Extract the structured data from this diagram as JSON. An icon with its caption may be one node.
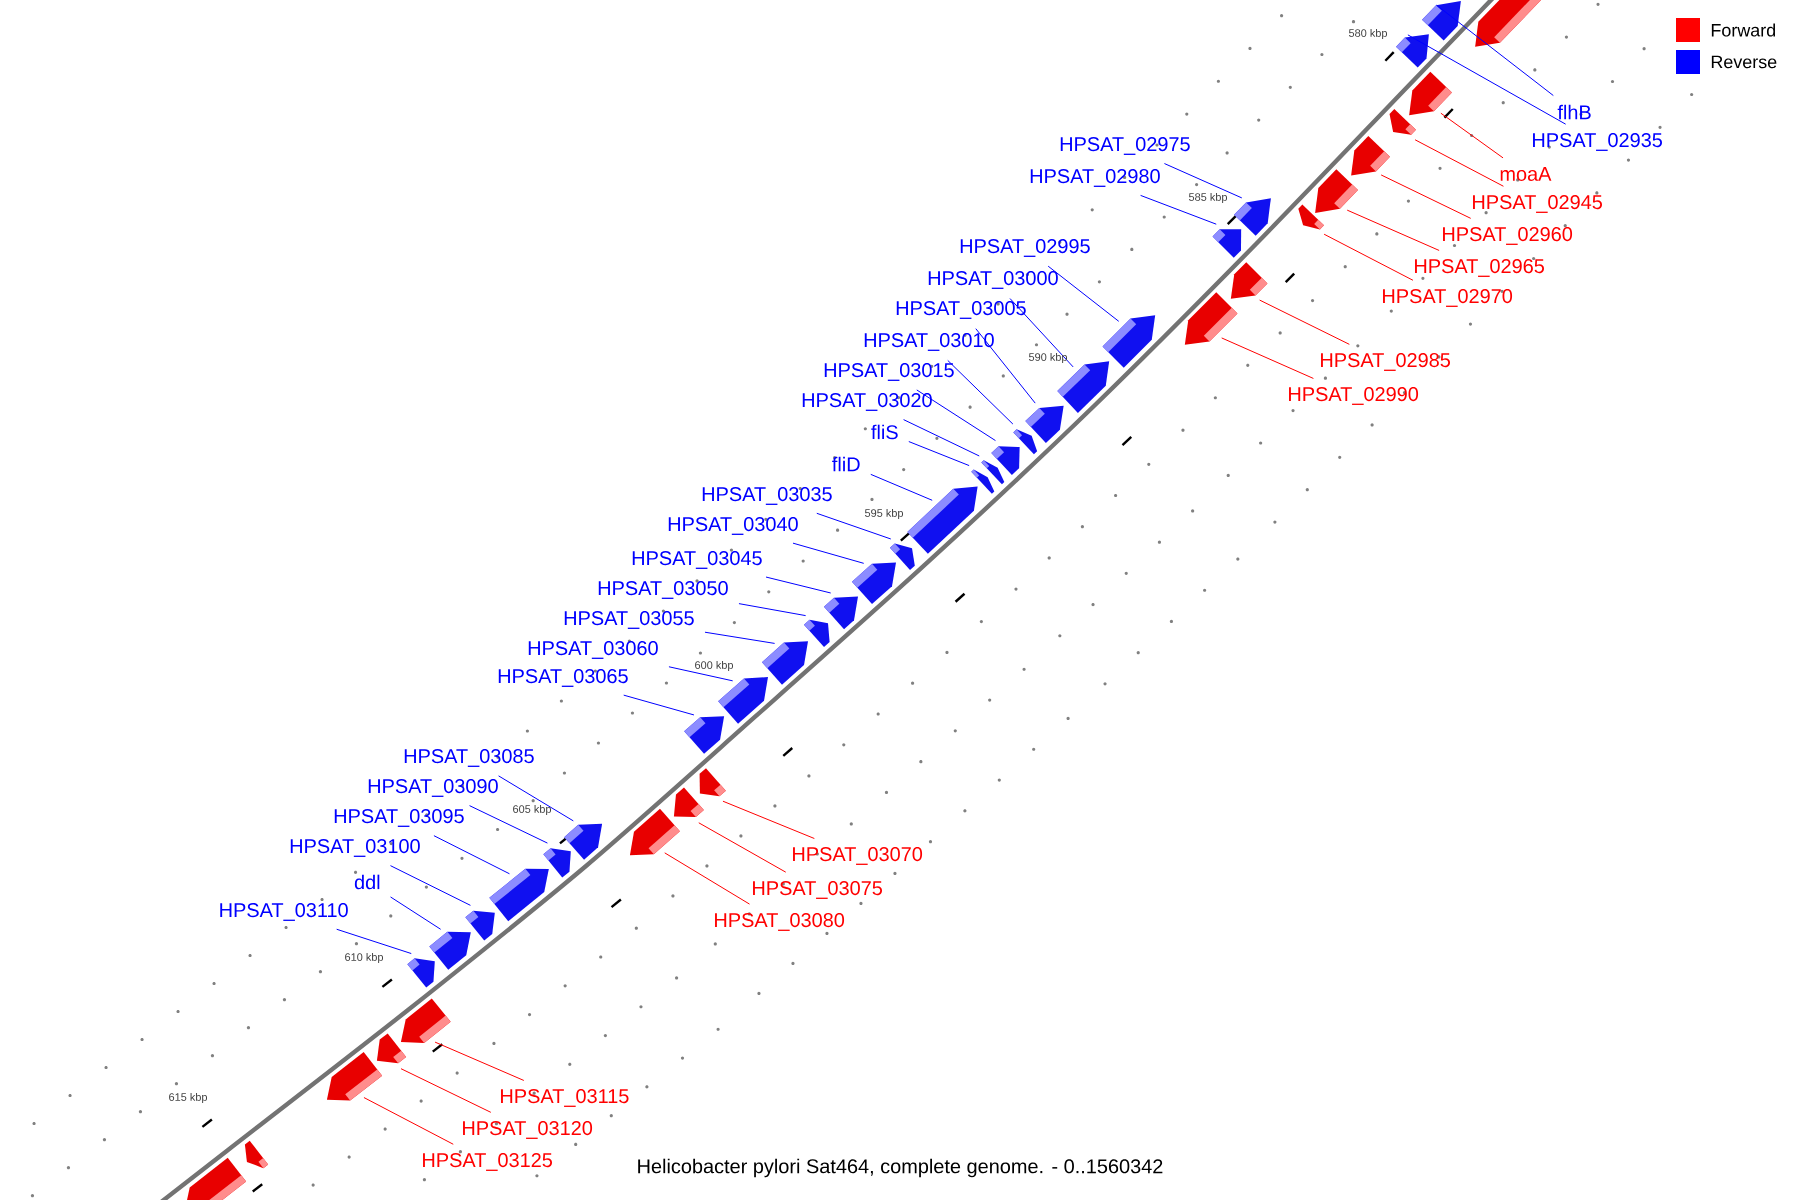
{
  "diagram": {
    "caption": "Helicobacter pylori Sat464, complete genome. - 0..1560342",
    "nodes": [
      {
        "text": [],
        "shape": "arrow"
      },
      {
        "text": [
          "flhB"
        ]
      },
      {
        "text": [],
        "shape": "arrow"
      },
      {
        "text": [
          "HPSAT_02935"
        ]
      },
      {
        "text": [],
        "shape": "arrow"
      },
      {
        "text": [
          "moaA"
        ]
      },
      {
        "text": [],
        "shape": "arrow"
      },
      {
        "text": [
          "HPSAT_02945"
        ]
      },
      {
        "text": [],
        "shape": "arrow"
      },
      {
        "text": [
          "HPSAT_02960"
        ]
      },
      {
        "text": [],
        "shape": "arrow"
      },
      {
        "text": [
          "HPSAT_02965"
        ]
      },
      {
        "text": [],
        "shape": "arrow"
      },
      {
        "text": [
          "HPSAT_02970"
        ]
      },
      {
        "text": [],
        "shape": "arrow"
      },
      {
        "text": [
          "HPSAT_02975"
        ]
      },
      {
        "text": [],
        "shape": "arrow"
      },
      {
        "text": [
          "HPSAT_02980"
        ]
      },
      {
        "text": [],
        "shape": "arrow"
      },
      {
        "text": [
          "HPSAT_02985"
        ]
      },
      {
        "text": [],
        "shape": "arrow"
      },
      {
        "text": [
          "HPSAT_02990"
        ]
      },
      {
        "text": [],
        "shape": "arrow"
      },
      {
        "text": [
          "HPSAT_02995"
        ]
      },
      {
        "text": [],
        "shape": "arrow"
      },
      {
        "text": [
          "HPSAT_03000"
        ]
      },
      {
        "text": [],
        "shape": "arrow"
      },
      {
        "text": [
          "HPSAT_03005"
        ]
      },
      {
        "text": [],
        "shape": "arrow"
      },
      {
        "text": [
          "HPSAT_03010"
        ]
      },
      {
        "text": [],
        "shape": "arrow"
      },
      {
        "text": [
          "HPSAT_03015"
        ]
      },
      {
        "text": [],
        "shape": "arrow"
      },
      {
        "text": [
          "HPSAT_03020"
        ]
      },
      {
        "text": [],
        "shape": "arrow"
      },
      {
        "text": [
          "fliS"
        ]
      },
      {
        "text": [],
        "shape": "arrow"
      },
      {
        "text": [
          "fliD"
        ]
      },
      {
        "text": [],
        "shape": "arrow"
      },
      {
        "text": [
          "HPSAT_03035"
        ]
      },
      {
        "text": [],
        "shape": "arrow"
      },
      {
        "text": [
          "HPSAT_03040"
        ]
      },
      {
        "text": [],
        "shape": "arrow"
      },
      {
        "text": [
          "HPSAT_03045"
        ]
      },
      {
        "text": [],
        "shape": "arrow"
      },
      {
        "text": [
          "HPSAT_03050"
        ]
      },
      {
        "text": [],
        "shape": "arrow"
      },
      {
        "text": [
          "HPSAT_03055"
        ]
      },
      {
        "text": [],
        "shape": "arrow"
      },
      {
        "text": [
          "HPSAT_03060"
        ]
      },
      {
        "text": [],
        "shape": "arrow"
      },
      {
        "text": [
          "HPSAT_03065"
        ]
      },
      {
        "text": [],
        "shape": "arrow"
      },
      {
        "text": [
          "HPSAT_03070"
        ]
      },
      {
        "text": [],
        "shape": "arrow"
      },
      {
        "text": [
          "HPSAT_03075"
        ]
      },
      {
        "text": [],
        "shape": "arrow"
      },
      {
        "text": [
          "HPSAT_03080"
        ]
      },
      {
        "text": [],
        "shape": "arrow"
      },
      {
        "text": [
          "HPSAT_03085"
        ]
      },
      {
        "text": [],
        "shape": "arrow"
      },
      {
        "text": [
          "HPSAT_03090"
        ]
      },
      {
        "text": [],
        "shape": "arrow"
      },
      {
        "text": [
          "HPSAT_03095"
        ]
      },
      {
        "text": [],
        "shape": "arrow"
      },
      {
        "text": [
          "HPSAT_03100"
        ]
      },
      {
        "text": [],
        "shape": "arrow"
      },
      {
        "text": [
          "ddl"
        ]
      },
      {
        "text": [],
        "shape": "arrow"
      },
      {
        "text": [
          "HPSAT_03110"
        ]
      },
      {
        "text": [],
        "shape": "arrow"
      },
      {
        "text": [
          "HPSAT_03115"
        ]
      },
      {
        "text": [],
        "shape": "arrow"
      },
      {
        "text": [
          "HPSAT_03120"
        ]
      },
      {
        "text": [],
        "shape": "arrow"
      },
      {
        "text": [
          "HPSAT_03125"
        ]
      },
      {
        "text": [],
        "shape": "arrow"
      },
      {
        "text": [],
        "shape": "arrow"
      },
      {
        "text": [],
        "shape": "arrow"
      }
    ],
    "edges": [
      {
        "from": 1,
        "to": 2,
        "arrow": "none"
      },
      {
        "from": 3,
        "to": 4,
        "arrow": "none"
      },
      {
        "from": 5,
        "to": 6,
        "arrow": "none",
        "color": "#ff0000"
      },
      {
        "from": 7,
        "to": 8,
        "arrow": "none",
        "color": "#ff0000"
      },
      {
        "from": 9,
        "to": 10,
        "arrow": "none",
        "color": "#ff0000"
      },
      {
        "from": 11,
        "to": 12,
        "arrow": "none",
        "color": "#ff0000"
      },
      {
        "from": 13,
        "to": 14,
        "arrow": "none",
        "color": "#ff0000"
      },
      {
        "from": 15,
        "to": 16,
        "arrow": "none"
      },
      {
        "from": 17,
        "to": 18,
        "arrow": "none"
      },
      {
        "from": 19,
        "to": 20,
        "arrow": "none",
        "color": "#ff0000"
      },
      {
        "from": 21,
        "to": 22,
        "arrow": "none",
        "color": "#ff0000"
      },
      {
        "from": 23,
        "to": 24,
        "arrow": "none"
      },
      {
        "from": 25,
        "to": 26,
        "arrow": "none"
      },
      {
        "from": 27,
        "to": 28,
        "arrow": "none"
      },
      {
        "from": 29,
        "to": 30,
        "arrow": "none"
      },
      {
        "from": 31,
        "to": 32,
        "arrow": "none"
      },
      {
        "from": 33,
        "to": 34,
        "arrow": "none"
      },
      {
        "from": 35,
        "to": 36,
        "arrow": "none"
      },
      {
        "from": 37,
        "to": 38,
        "arrow": "none"
      },
      {
        "from": 39,
        "to": 40,
        "arrow": "none"
      },
      {
        "from": 41,
        "to": 42,
        "arrow": "none"
      },
      {
        "from": 43,
        "to": 44,
        "arrow": "none"
      },
      {
        "from": 45,
        "to": 46,
        "arrow": "none"
      },
      {
        "from": 47,
        "to": 48,
        "arrow": "none"
      },
      {
        "from": 49,
        "to": 50,
        "arrow": "none"
      },
      {
        "from": 51,
        "to": 52,
        "arrow": "none"
      },
      {
        "from": 53,
        "to": 54,
        "arrow": "none",
        "color": "#ff0000"
      },
      {
        "from": 55,
        "to": 56,
        "arrow": "none",
        "color": "#ff0000"
      },
      {
        "from": 57,
        "to": 58,
        "arrow": "none",
        "color": "#ff0000"
      },
      {
        "from": 59,
        "to": 60,
        "arrow": "none"
      },
      {
        "from": 61,
        "to": 62,
        "arrow": "none"
      },
      {
        "from": 63,
        "to": 64,
        "arrow": "none"
      },
      {
        "from": 65,
        "to": 66,
        "arrow": "none"
      },
      {
        "from": 67,
        "to": 68,
        "arrow": "none"
      },
      {
        "from": 69,
        "to": 70,
        "arrow": "none"
      },
      {
        "from": 71,
        "to": 72,
        "arrow": "none",
        "color": "#ff0000"
      },
      {
        "from": 73,
        "to": 74,
        "arrow": "none",
        "color": "#ff0000"
      },
      {
        "from": 75,
        "to": 76,
        "arrow": "none",
        "color": "#ff0000"
      }
    ],
    "labels": [
      "580 kbp",
      "585 kbp",
      "590 kbp",
      "595 kbp",
      "600 kbp",
      "605 kbp",
      "610 kbp",
      "615 kbp"
    ],
    "legend": [
      {
        "text": "Forward",
        "color": "#ff0000"
      },
      {
        "text": "Reverse",
        "color": "#0000ff"
      }
    ]
  }
}
